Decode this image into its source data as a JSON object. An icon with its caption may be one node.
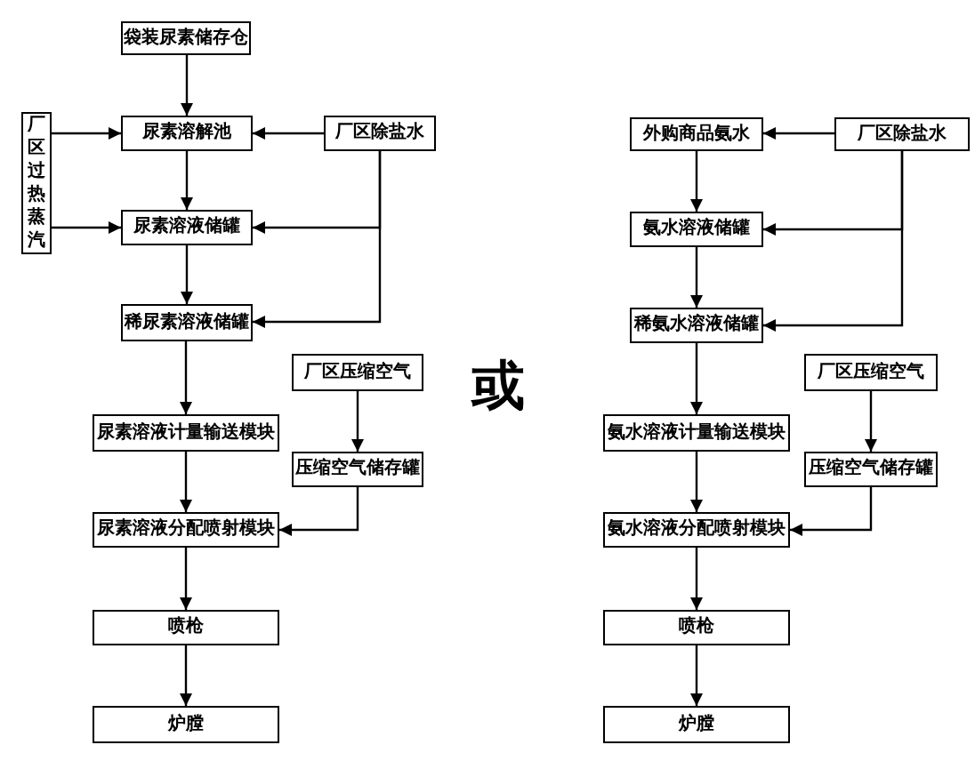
{
  "diagram": {
    "nodes": [
      {
        "text": [
          "袋装尿素储存仓"
        ]
      },
      {
        "text": [
          "厂区过热蒸汽"
        ]
      },
      {
        "text": [
          "尿素溶解池"
        ]
      },
      {
        "text": [
          "厂区除盐水"
        ]
      },
      {
        "text": [
          "尿素溶液储罐"
        ]
      },
      {
        "text": [
          "稀尿素溶液储罐"
        ]
      },
      {
        "text": [
          "厂区压缩空气"
        ]
      },
      {
        "text": [
          "尿素溶液计量输送模块"
        ]
      },
      {
        "text": [
          "压缩空气储存罐"
        ]
      },
      {
        "text": [
          "尿素溶液分配喷射模块"
        ]
      },
      {
        "text": [
          "喷枪"
        ]
      },
      {
        "text": [
          "炉膛"
        ]
      },
      {
        "text": [
          "外购商品氨水"
        ]
      },
      {
        "text": [
          "厂区除盐水"
        ]
      },
      {
        "text": [
          "氨水溶液储罐"
        ]
      },
      {
        "text": [
          "稀氨水溶液储罐"
        ]
      },
      {
        "text": [
          "厂区压缩空气"
        ]
      },
      {
        "text": [
          "氨水溶液计量输送模块"
        ]
      },
      {
        "text": [
          "压缩空气储存罐"
        ]
      },
      {
        "text": [
          "氨水溶液分配喷射模块"
        ]
      },
      {
        "text": [
          "喷枪"
        ]
      },
      {
        "text": [
          "炉膛"
        ]
      }
    ],
    "edges": [
      {
        "from": 0,
        "to": 2,
        "arrow": "to"
      },
      {
        "from": 1,
        "to": 2,
        "arrow": "to"
      },
      {
        "from": 3,
        "to": 2,
        "arrow": "to"
      },
      {
        "from": 1,
        "to": 4,
        "arrow": "to"
      },
      {
        "from": 2,
        "to": 4,
        "arrow": "to"
      },
      {
        "from": 3,
        "to": 4,
        "arrow": "to"
      },
      {
        "from": 4,
        "to": 5,
        "arrow": "to"
      },
      {
        "from": 3,
        "to": 5,
        "arrow": "to"
      },
      {
        "from": 5,
        "to": 7,
        "arrow": "to"
      },
      {
        "from": 6,
        "to": 8,
        "arrow": "to"
      },
      {
        "from": 7,
        "to": 9,
        "arrow": "to"
      },
      {
        "from": 8,
        "to": 9,
        "arrow": "to"
      },
      {
        "from": 9,
        "to": 10,
        "arrow": "to"
      },
      {
        "from": 10,
        "to": 11,
        "arrow": "to"
      },
      {
        "from": 13,
        "to": 12,
        "arrow": "to"
      },
      {
        "from": 12,
        "to": 14,
        "arrow": "to"
      },
      {
        "from": 13,
        "to": 14,
        "arrow": "to"
      },
      {
        "from": 14,
        "to": 15,
        "arrow": "to"
      },
      {
        "from": 13,
        "to": 15,
        "arrow": "to"
      },
      {
        "from": 15,
        "to": 17,
        "arrow": "to"
      },
      {
        "from": 16,
        "to": 18,
        "arrow": "to"
      },
      {
        "from": 17,
        "to": 19,
        "arrow": "to"
      },
      {
        "from": 18,
        "to": 19,
        "arrow": "to"
      },
      {
        "from": 19,
        "to": 20,
        "arrow": "to"
      },
      {
        "from": 20,
        "to": 21,
        "arrow": "to"
      }
    ],
    "labels": [
      "或"
    ]
  }
}
